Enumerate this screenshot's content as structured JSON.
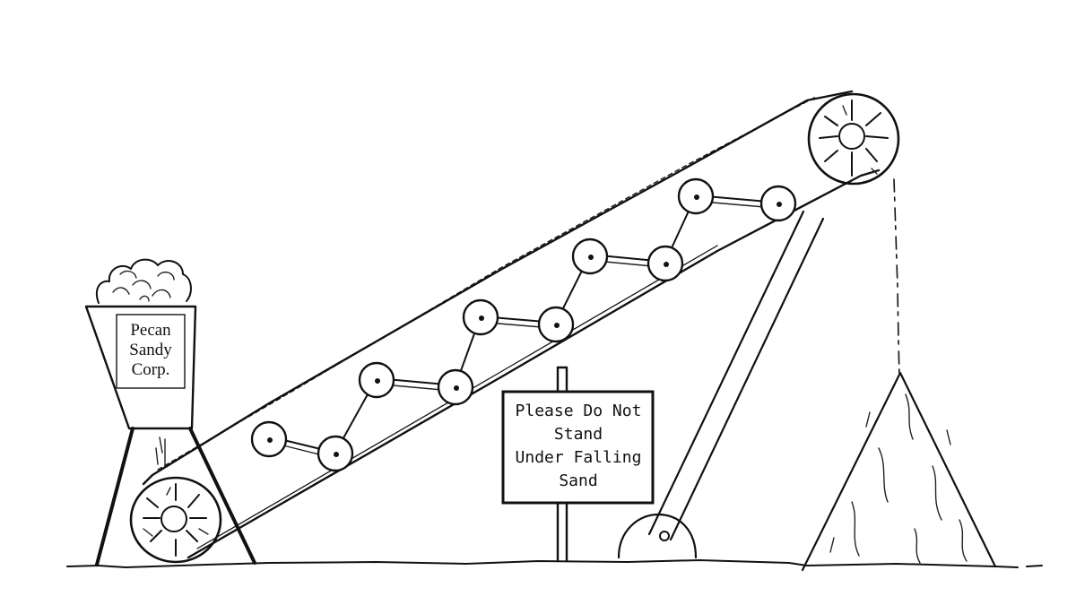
{
  "hopper_label": {
    "lines": [
      "Pecan",
      "Sandy",
      "Corp."
    ]
  },
  "warning_sign": {
    "lines": [
      "Please Do Not",
      "Stand",
      "Under Falling",
      "Sand"
    ]
  },
  "conveyor": {
    "roller_count": 12
  }
}
